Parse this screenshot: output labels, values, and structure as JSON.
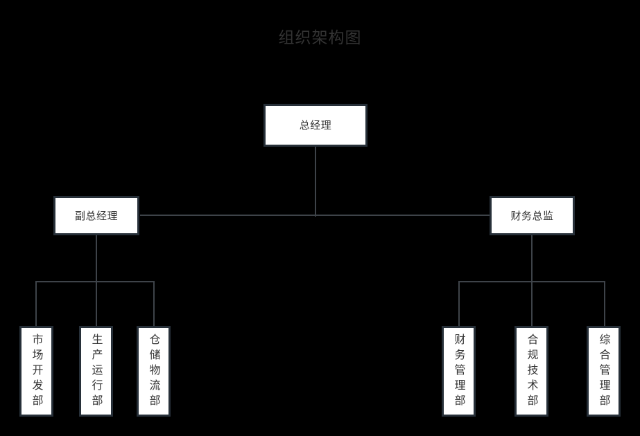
{
  "title": "组织架构图",
  "theme": {
    "background": "#000000",
    "box_fill": "#ffffff",
    "box_border": "#273039",
    "line_color": "#3e4349",
    "text_color": "#333333",
    "title_color": "#333333"
  },
  "nodes": {
    "root": {
      "label": "总经理"
    },
    "level2": [
      {
        "label": "副总经理"
      },
      {
        "label": "财务总监"
      }
    ],
    "left_children": [
      {
        "label": "市场开发部"
      },
      {
        "label": "生产运行部"
      },
      {
        "label": "仓储物流部"
      }
    ],
    "right_children": [
      {
        "label": "财务管理部"
      },
      {
        "label": "合规技术部"
      },
      {
        "label": "综合管理部"
      }
    ]
  },
  "chart_data": {
    "type": "diagram",
    "diagram_type": "org-chart",
    "title": "组织架构图",
    "orientation": "top-down",
    "levels": 3,
    "hierarchy": [
      {
        "label": "总经理",
        "level": 1,
        "children": [
          {
            "label": "副总经理",
            "level": 2,
            "children": [
              {
                "label": "市场开发部",
                "level": 3,
                "children": []
              },
              {
                "label": "生产运行部",
                "level": 3,
                "children": []
              },
              {
                "label": "仓储物流部",
                "level": 3,
                "children": []
              }
            ]
          },
          {
            "label": "财务总监",
            "level": 2,
            "children": [
              {
                "label": "财务管理部",
                "level": 3,
                "children": []
              },
              {
                "label": "合规技术部",
                "level": 3,
                "children": []
              },
              {
                "label": "综合管理部",
                "level": 3,
                "children": []
              }
            ]
          }
        ]
      }
    ],
    "node_count": 9,
    "edge_count": 8
  }
}
